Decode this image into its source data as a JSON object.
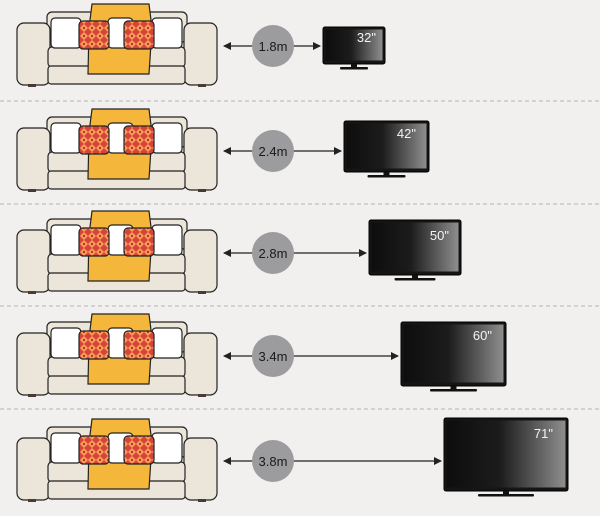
{
  "rows": [
    {
      "distance": "1.8m",
      "tv_size": "32\""
    },
    {
      "distance": "2.4m",
      "tv_size": "42\""
    },
    {
      "distance": "2.8m",
      "tv_size": "50\""
    },
    {
      "distance": "3.4m",
      "tv_size": "60\""
    },
    {
      "distance": "3.8m",
      "tv_size": "71\""
    }
  ],
  "colors": {
    "background": "#f1f0ee",
    "sofa_body": "#ebe5da",
    "sofa_outline": "#222222",
    "blanket": "#f5b63c",
    "pillow_pattern": "#d8433a",
    "distance_circle": "#9c9c9e",
    "divider": "#b5b5b5",
    "tv_screen_dark": "#111111",
    "tv_screen_light": "#8a8a8a"
  }
}
